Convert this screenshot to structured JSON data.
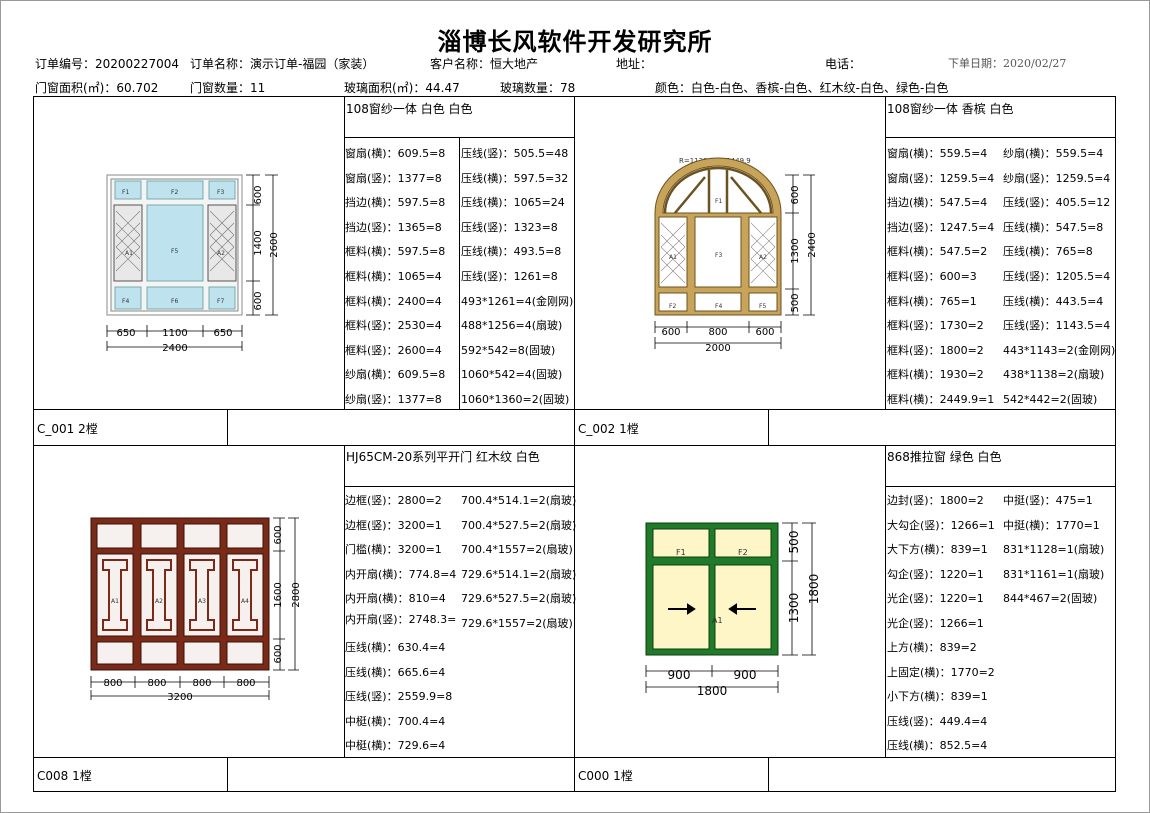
{
  "title": "淄博长风软件开发研究所",
  "header": {
    "order_no": "订单编号：20200227004",
    "order_name": "订单名称：演示订单-福园（家装）",
    "customer": "客户名称：恒大地产",
    "address": "地址：",
    "phone": "电话：",
    "order_date": "下单日期：2020/02/27",
    "window_area": "门窗面积(㎡)：60.702",
    "window_count": "门窗数量：11",
    "glass_area": "玻璃面积(㎡)：44.47",
    "glass_count": "玻璃数量：78",
    "colors": "颜色：白色-白色、香槟-白色、红木纹-白色、绿色-白色"
  },
  "items": [
    {
      "title": "108窗纱一体    白色 白色",
      "code": "C_001    2樘",
      "col1": [
        "窗扇(横)：609.5=8",
        "窗扇(竖)：1377=8",
        "挡边(横)：597.5=8",
        "挡边(竖)：1365=8",
        "框料(横)：597.5=8",
        "框料(横)：1065=4",
        "框料(横)：2400=4",
        "框料(竖)：2530=4",
        "框料(竖)：2600=4",
        "纱扇(横)：609.5=8",
        "纱扇(竖)：1377=8"
      ],
      "col2": [
        "压线(竖)：505.5=48",
        "压线(横)：597.5=32",
        "压线(横)：1065=24",
        "压线(竖)：1323=8",
        "压线(横)：493.5=8",
        "压线(竖)：1261=8",
        "493*1261=4(金刚网)",
        "488*1256=4(扇玻)",
        "592*542=8(固玻)",
        "1060*542=4(固玻)",
        "1060*1360=2(固玻)"
      ],
      "drawing": {
        "dims_top_right": [
          "600",
          "1400",
          "2600",
          "600"
        ],
        "dims_bottom": [
          "650",
          "1100",
          "650",
          "2400"
        ],
        "labels": [
          "F1",
          "F2",
          "F3",
          "A1",
          "F5",
          "A2",
          "F4",
          "F6",
          "F7"
        ]
      }
    },
    {
      "title": "108窗纱一体    香槟 白色",
      "code": "C_002    1樘",
      "col1": [
        "窗扇(横)：559.5=4",
        "窗扇(竖)：1259.5=4",
        "挡边(横)：547.5=4",
        "挡边(竖)：1247.5=4",
        "框料(横)：547.5=2",
        "框料(竖)：600=3",
        "框料(横)：765=1",
        "框料(竖)：1730=2",
        "框料(竖)：1800=2",
        "框料(横)：1930=2",
        "框料(横)：2449.9=1"
      ],
      "col2": [
        "纱扇(横)：559.5=4",
        "纱扇(竖)：1259.5=4",
        "压线(竖)：405.5=12",
        "压线(横)：547.5=8",
        "压线(横)：765=8",
        "压线(竖)：1205.5=4",
        "压线(横)：443.5=4",
        "压线(竖)：1143.5=4",
        "443*1143=2(金刚网)",
        "438*1138=2(扇玻)",
        "542*442=2(固玻)"
      ],
      "drawing": {
        "arc_label": "R=1133.3,L=2449.9",
        "dims_right": [
          "600",
          "1300",
          "2400",
          "500"
        ],
        "dims_bottom": [
          "600",
          "800",
          "600",
          "2000"
        ],
        "labels": [
          "F1",
          "A1",
          "F3",
          "A2",
          "F2",
          "F4",
          "F5"
        ]
      }
    },
    {
      "title": "HJ65CM-20系列平开门    红木纹 白色",
      "code": "C008    1樘",
      "col1": [
        "边框(竖)：2800=2",
        "边框(竖)：3200=1",
        "门槛(横)：3200=1",
        "内开扇(横)：774.8=4",
        "内开扇(横)：810=4",
        "内开扇(竖)：2748.3=",
        "压线(横)：630.4=4",
        "压线(横)：665.6=4",
        "压线(竖)：2559.9=8",
        "中梃(横)：700.4=4",
        "中梃(横)：729.6=4"
      ],
      "col2": [
        "700.4*514.1=2(扇玻)",
        "700.4*527.5=2(扇玻)",
        "700.4*1557=2(扇玻)",
        "729.6*514.1=2(扇玻)",
        "729.6*527.5=2(扇玻)",
        "729.6*1557=2(扇玻)"
      ],
      "drawing": {
        "dims_right": [
          "600",
          "1600",
          "2800",
          "600"
        ],
        "dims_bottom": [
          "800",
          "800",
          "800",
          "800",
          "3200"
        ],
        "labels": [
          "A1",
          "A2",
          "A3",
          "A4"
        ]
      }
    },
    {
      "title": "868推拉窗    绿色 白色",
      "code": "C000    1樘",
      "col1": [
        "边封(竖)：1800=2",
        "大勾企(竖)：1266=1",
        "大下方(横)：839=1",
        "勾企(竖)：1220=1",
        "光企(竖)：1220=1",
        "光企(竖)：1266=1",
        "上方(横)：839=2",
        "上固定(横)：1770=2",
        "小下方(横)：839=1",
        "压线(竖)：449.4=4",
        "压线(横)：852.5=4"
      ],
      "col2": [
        "中挺(竖)：475=1",
        "中挺(横)：1770=1",
        "831*1128=1(扇玻)",
        "831*1161=1(扇玻)",
        "844*467=2(固玻)"
      ],
      "drawing": {
        "dims_right": [
          "500",
          "1300",
          "1800"
        ],
        "dims_bottom": [
          "900",
          "900",
          "1800"
        ],
        "labels": [
          "F1",
          "F2",
          "A1"
        ]
      }
    }
  ],
  "colors": {
    "white_frame": "#ffffff",
    "white_glass": "#bfe3ee",
    "champagne": "#c8a45a",
    "mahogany": "#7a2a18",
    "green": "#1f7a2a",
    "cream_glass": "#fff6c8"
  }
}
